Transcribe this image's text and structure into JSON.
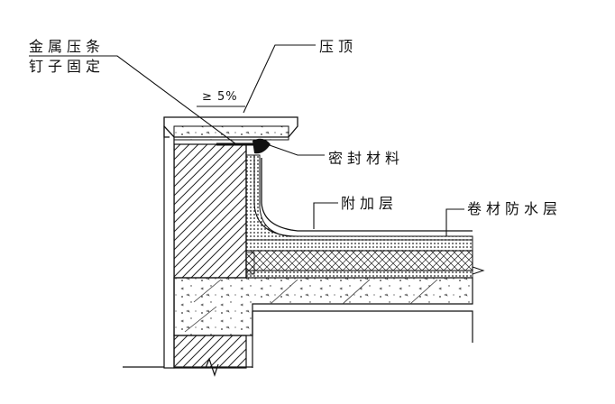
{
  "labels": {
    "metal_strip_line1": "金属压条",
    "metal_strip_line2": "钉子固定",
    "coping": "压顶",
    "slope": "≥ 5%",
    "sealant": "密封材料",
    "additional_layer": "附加层",
    "waterproof_membrane": "卷材防水层"
  }
}
